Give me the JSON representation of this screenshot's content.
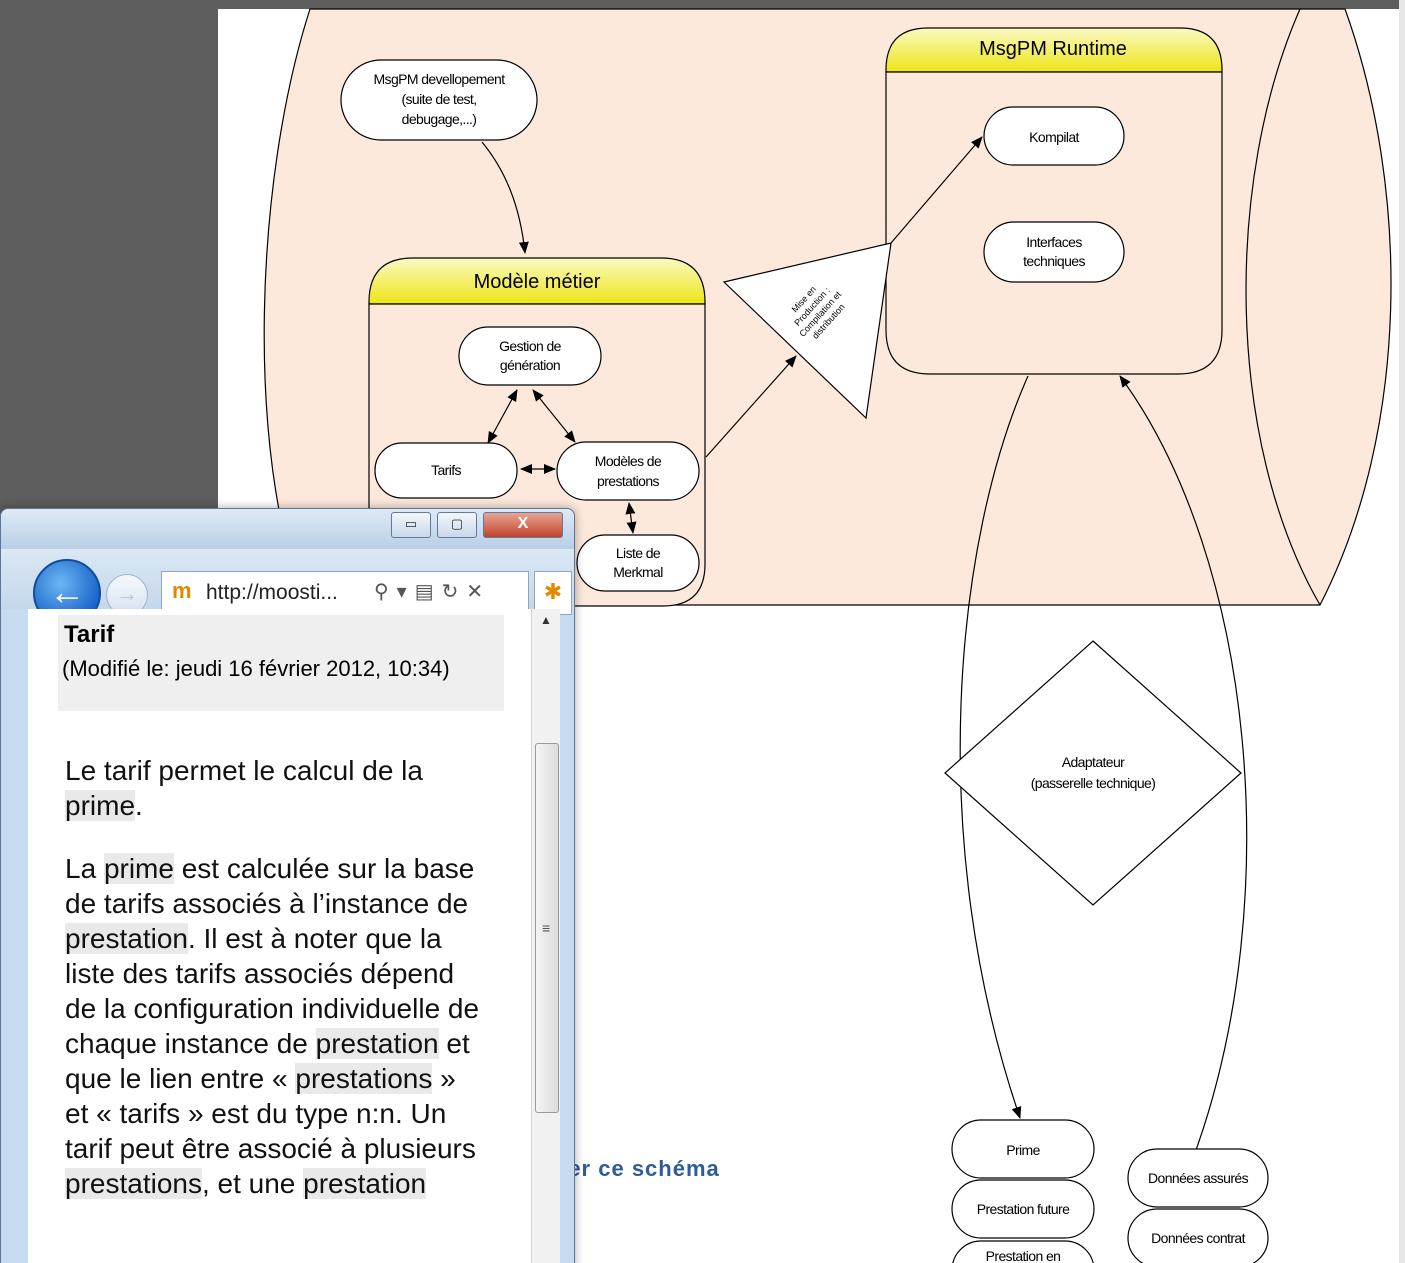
{
  "diagram": {
    "nodes": {
      "dev": [
        "MsgPM devellopement",
        "(suite de test,",
        "debugage,...)"
      ],
      "gestion": [
        "Gestion de",
        "génération"
      ],
      "tarifs": [
        "Tarifs"
      ],
      "modeles": [
        "Modèles de",
        "prestations"
      ],
      "liste": [
        "Liste de",
        "Merkmal"
      ],
      "kompilat": [
        "Kompilat"
      ],
      "interfaces": [
        "Interfaces",
        "techniques"
      ],
      "adaptateur": [
        "Adaptateur",
        "(passerelle technique)"
      ],
      "prime": [
        "Prime"
      ],
      "prestation_future": [
        "Prestation future"
      ],
      "prestation_en": [
        "Prestation en"
      ],
      "donnees_assures": [
        "Données assurés"
      ],
      "donnees_contrat": [
        "Données contrat"
      ]
    },
    "modele_metier_title": "Modèle métier",
    "runtime_title": "MsgPM Runtime",
    "triangle_label": [
      "Mise en",
      "Production :",
      "Compilation et",
      "distribution"
    ]
  },
  "bottom_link": "ter ce schéma",
  "browser": {
    "url": "http://moosti...",
    "buttons": {
      "minimize": "▭",
      "maximize": "▢",
      "close": "X"
    },
    "page_title": "Tarif",
    "modified": "(Modifié le: jeudi 16 février 2012, 10:34)",
    "para1_a": "Le tarif permet le calcul de la ",
    "para1_hl": "prime",
    "para1_b": ".",
    "para2": {
      "t1": "La ",
      "h1": "prime",
      "t2": " est calculée sur la base de tarifs associés à l’instance de ",
      "h2": "prestation",
      "t3": ". Il est à noter que la liste des tarifs associés dépend de la configuration individuelle de chaque instance de ",
      "h3": "prestation",
      "t4": " et que le lien entre « ",
      "h4": "prestations",
      "t5": " » et « tarifs » est du type n:n. Un tarif peut être associé à plusieurs ",
      "h5": "prestations",
      "t6": ", et une ",
      "h6": "prestation"
    }
  },
  "colors": {
    "shell": "#fde9db",
    "header_yellow": "#f2ee2c",
    "frame": "#5e5e5e",
    "link": "#2f5c97"
  }
}
